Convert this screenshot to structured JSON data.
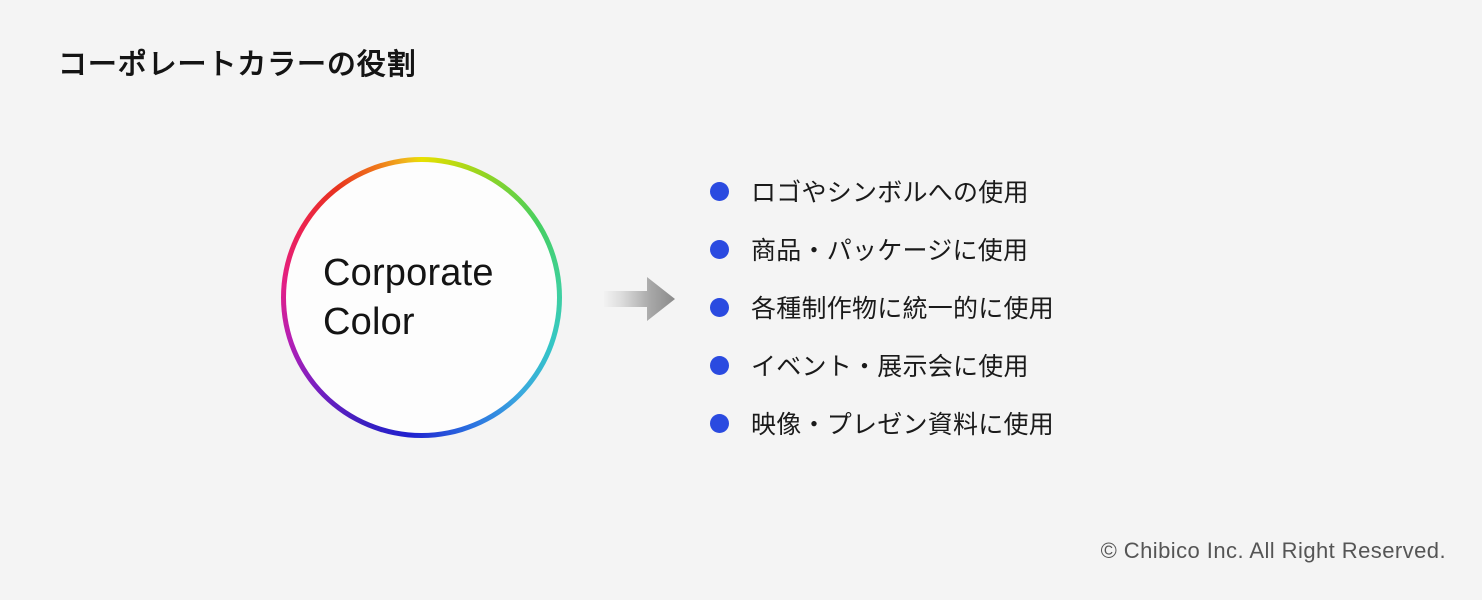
{
  "slide": {
    "background_color": "#f4f4f4",
    "title": "コーポレートカラーの役割"
  },
  "wheel": {
    "icon": "color-wheel-icon",
    "label_line1": "Corporate",
    "label_line2": "Color",
    "ring_colors": [
      "#e8e000",
      "#8fd424",
      "#45cf62",
      "#3fd0a0",
      "#34c6c6",
      "#3aa8df",
      "#2a6fe0",
      "#2020cf",
      "#3c1fc0",
      "#7a1fc0",
      "#b41fb4",
      "#e21f86",
      "#ec2350",
      "#e8321f",
      "#ef7a1a",
      "#f0b81c"
    ],
    "inner_color": "#fdfdfd"
  },
  "arrow": {
    "icon": "right-arrow-icon",
    "gradient_start": "#f0f0f0",
    "gradient_end": "#8c8c8c"
  },
  "bullets": {
    "dot_color": "#2a4ae0",
    "items": [
      {
        "label": "ロゴやシンボルへの使用"
      },
      {
        "label": "商品・パッケージに使用"
      },
      {
        "label": "各種制作物に統一的に使用"
      },
      {
        "label": "イベント・展示会に使用"
      },
      {
        "label": "映像・プレゼン資料に使用"
      }
    ]
  },
  "footer": {
    "copyright": "© Chibico Inc. All Right Reserved.",
    "color": "#555555"
  }
}
